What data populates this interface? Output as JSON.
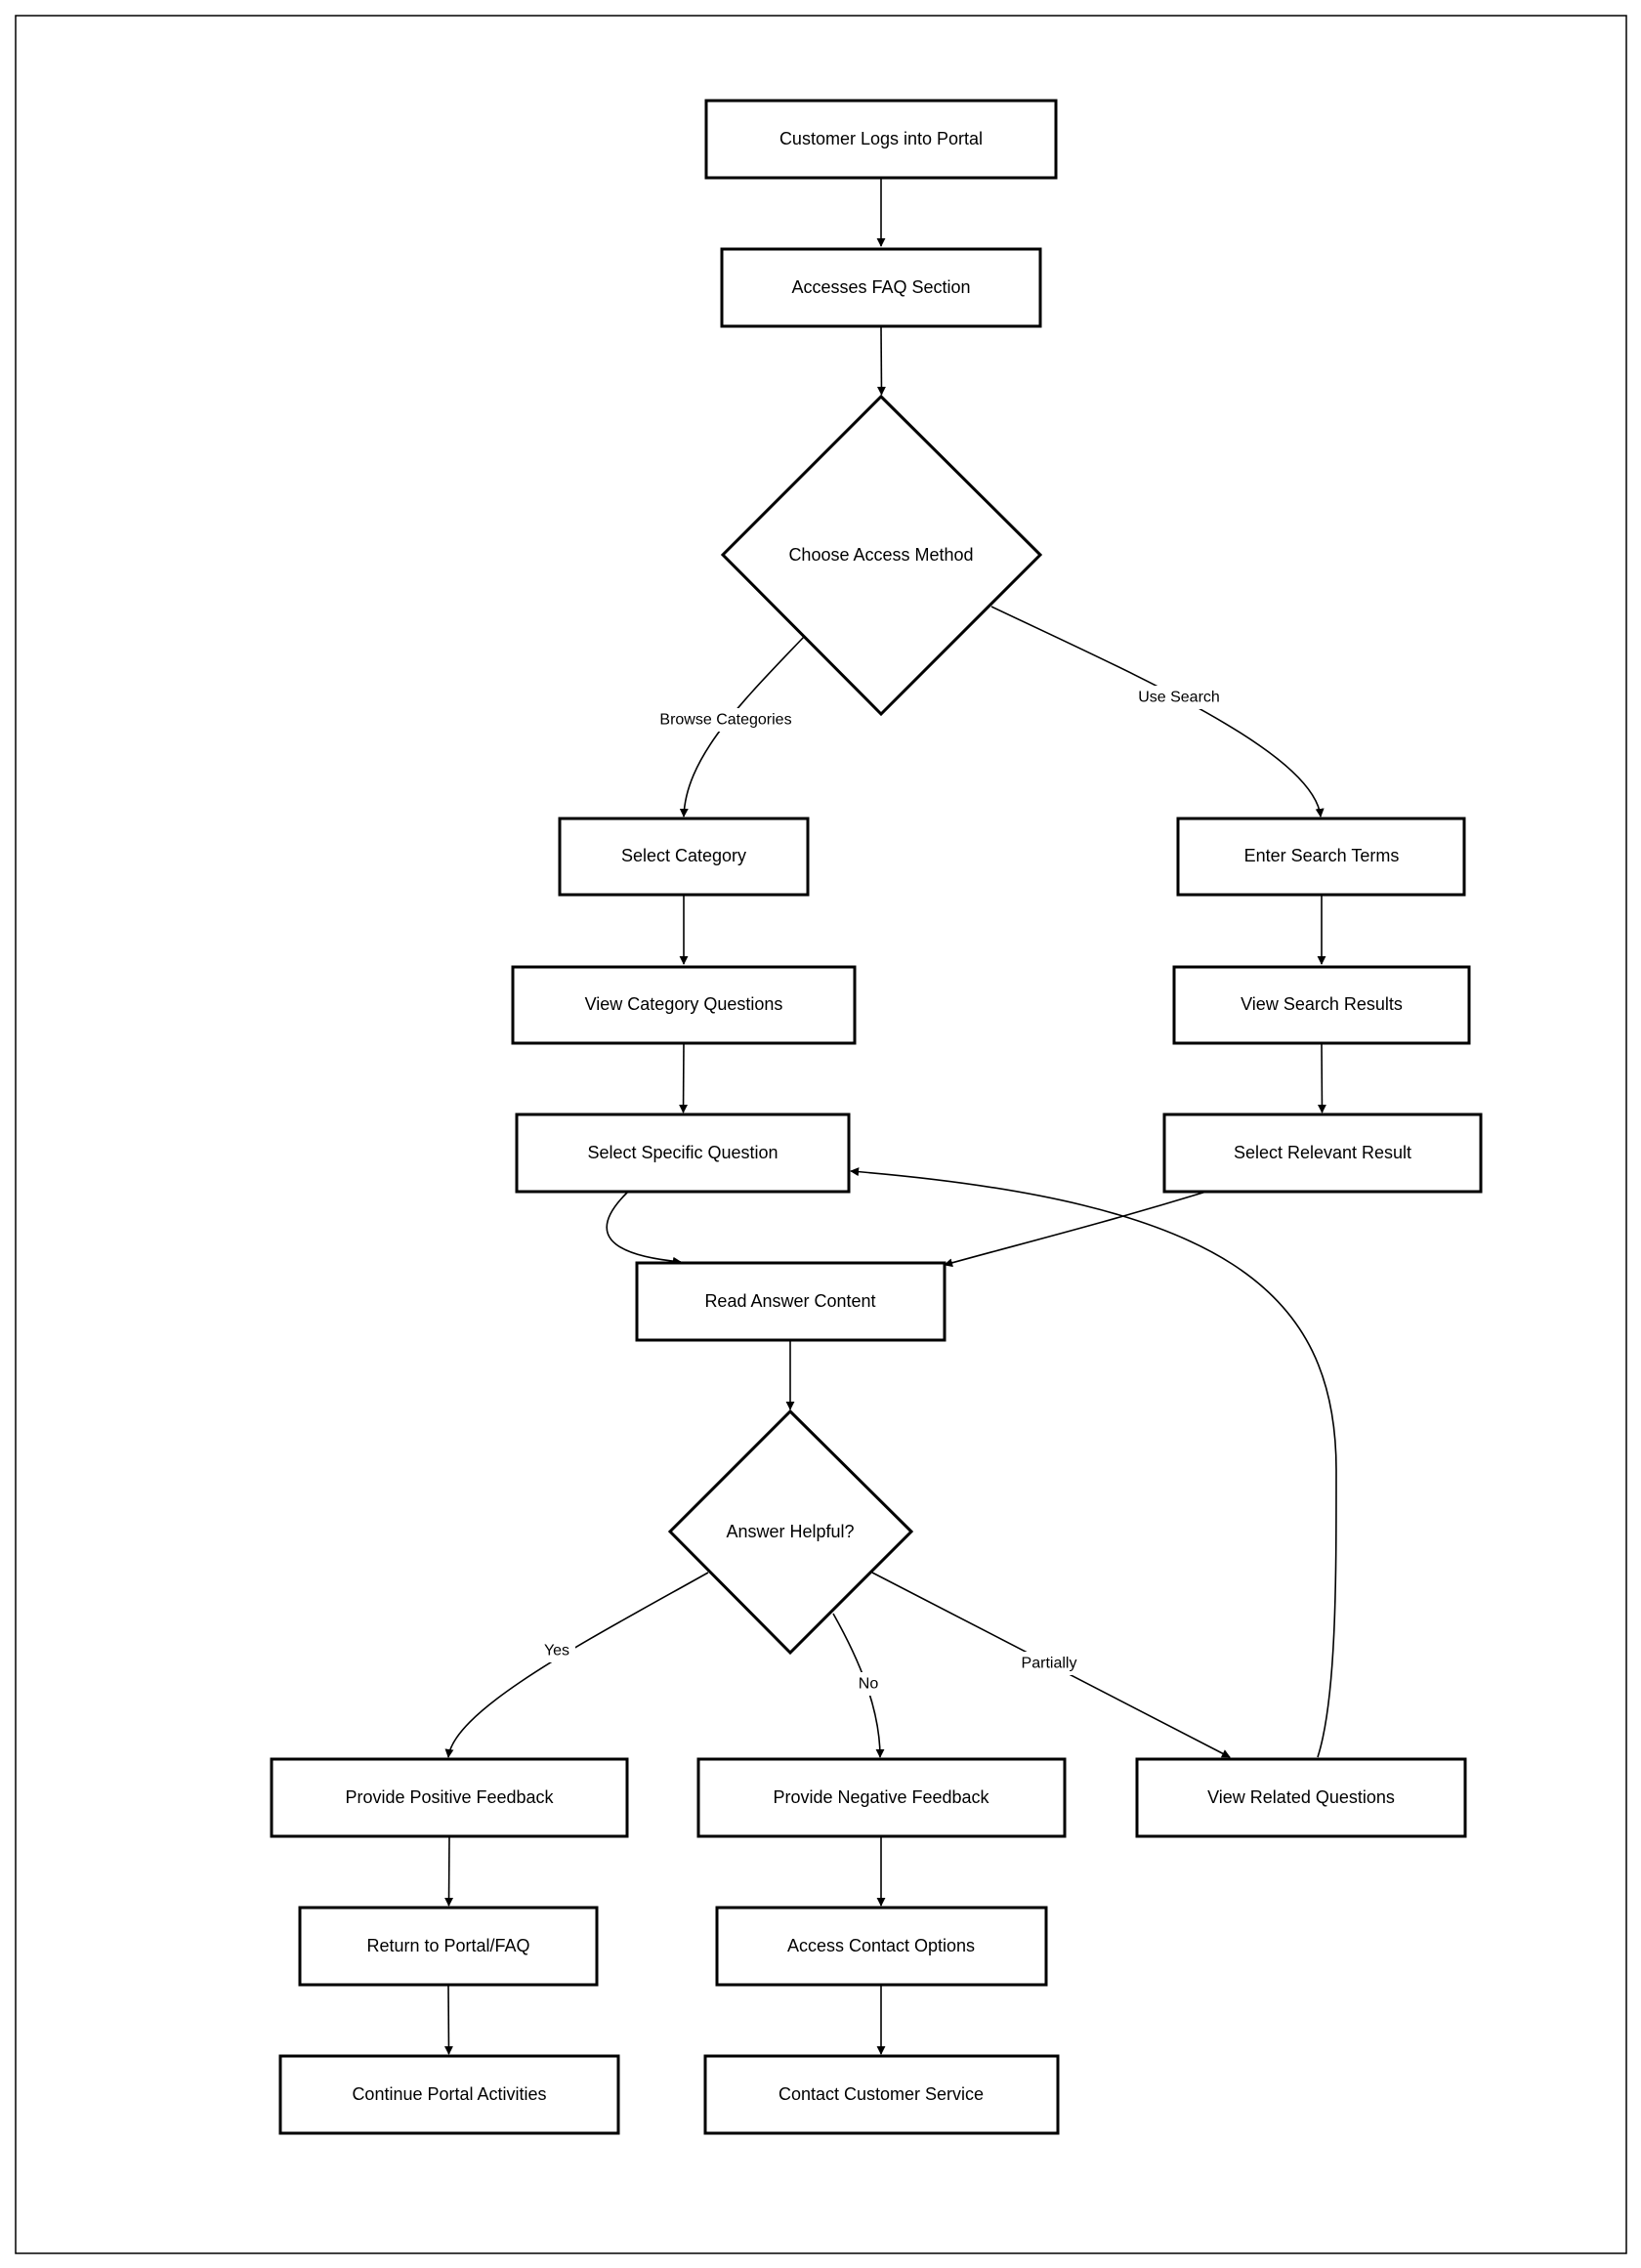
{
  "diagram": {
    "type": "flowchart",
    "nodes": {
      "login": "Customer Logs into Portal",
      "faq": "Accesses FAQ Section",
      "method": "Choose Access Method",
      "selectCategory": "Select Category",
      "enterSearch": "Enter Search Terms",
      "viewCategory": "View Category Questions",
      "viewResults": "View Search Results",
      "selectQuestion": "Select Specific Question",
      "selectResult": "Select Relevant Result",
      "readAnswer": "Read Answer Content",
      "helpful": "Answer Helpful?",
      "positive": "Provide Positive Feedback",
      "negative": "Provide Negative Feedback",
      "related": "View Related Questions",
      "returnPortal": "Return to Portal/FAQ",
      "contactOptions": "Access Contact Options",
      "continuePortal": "Continue Portal Activities",
      "contactService": "Contact Customer Service"
    },
    "edge_labels": {
      "browse": "Browse Categories",
      "search": "Use Search",
      "yes": "Yes",
      "no": "No",
      "partially": "Partially"
    }
  }
}
